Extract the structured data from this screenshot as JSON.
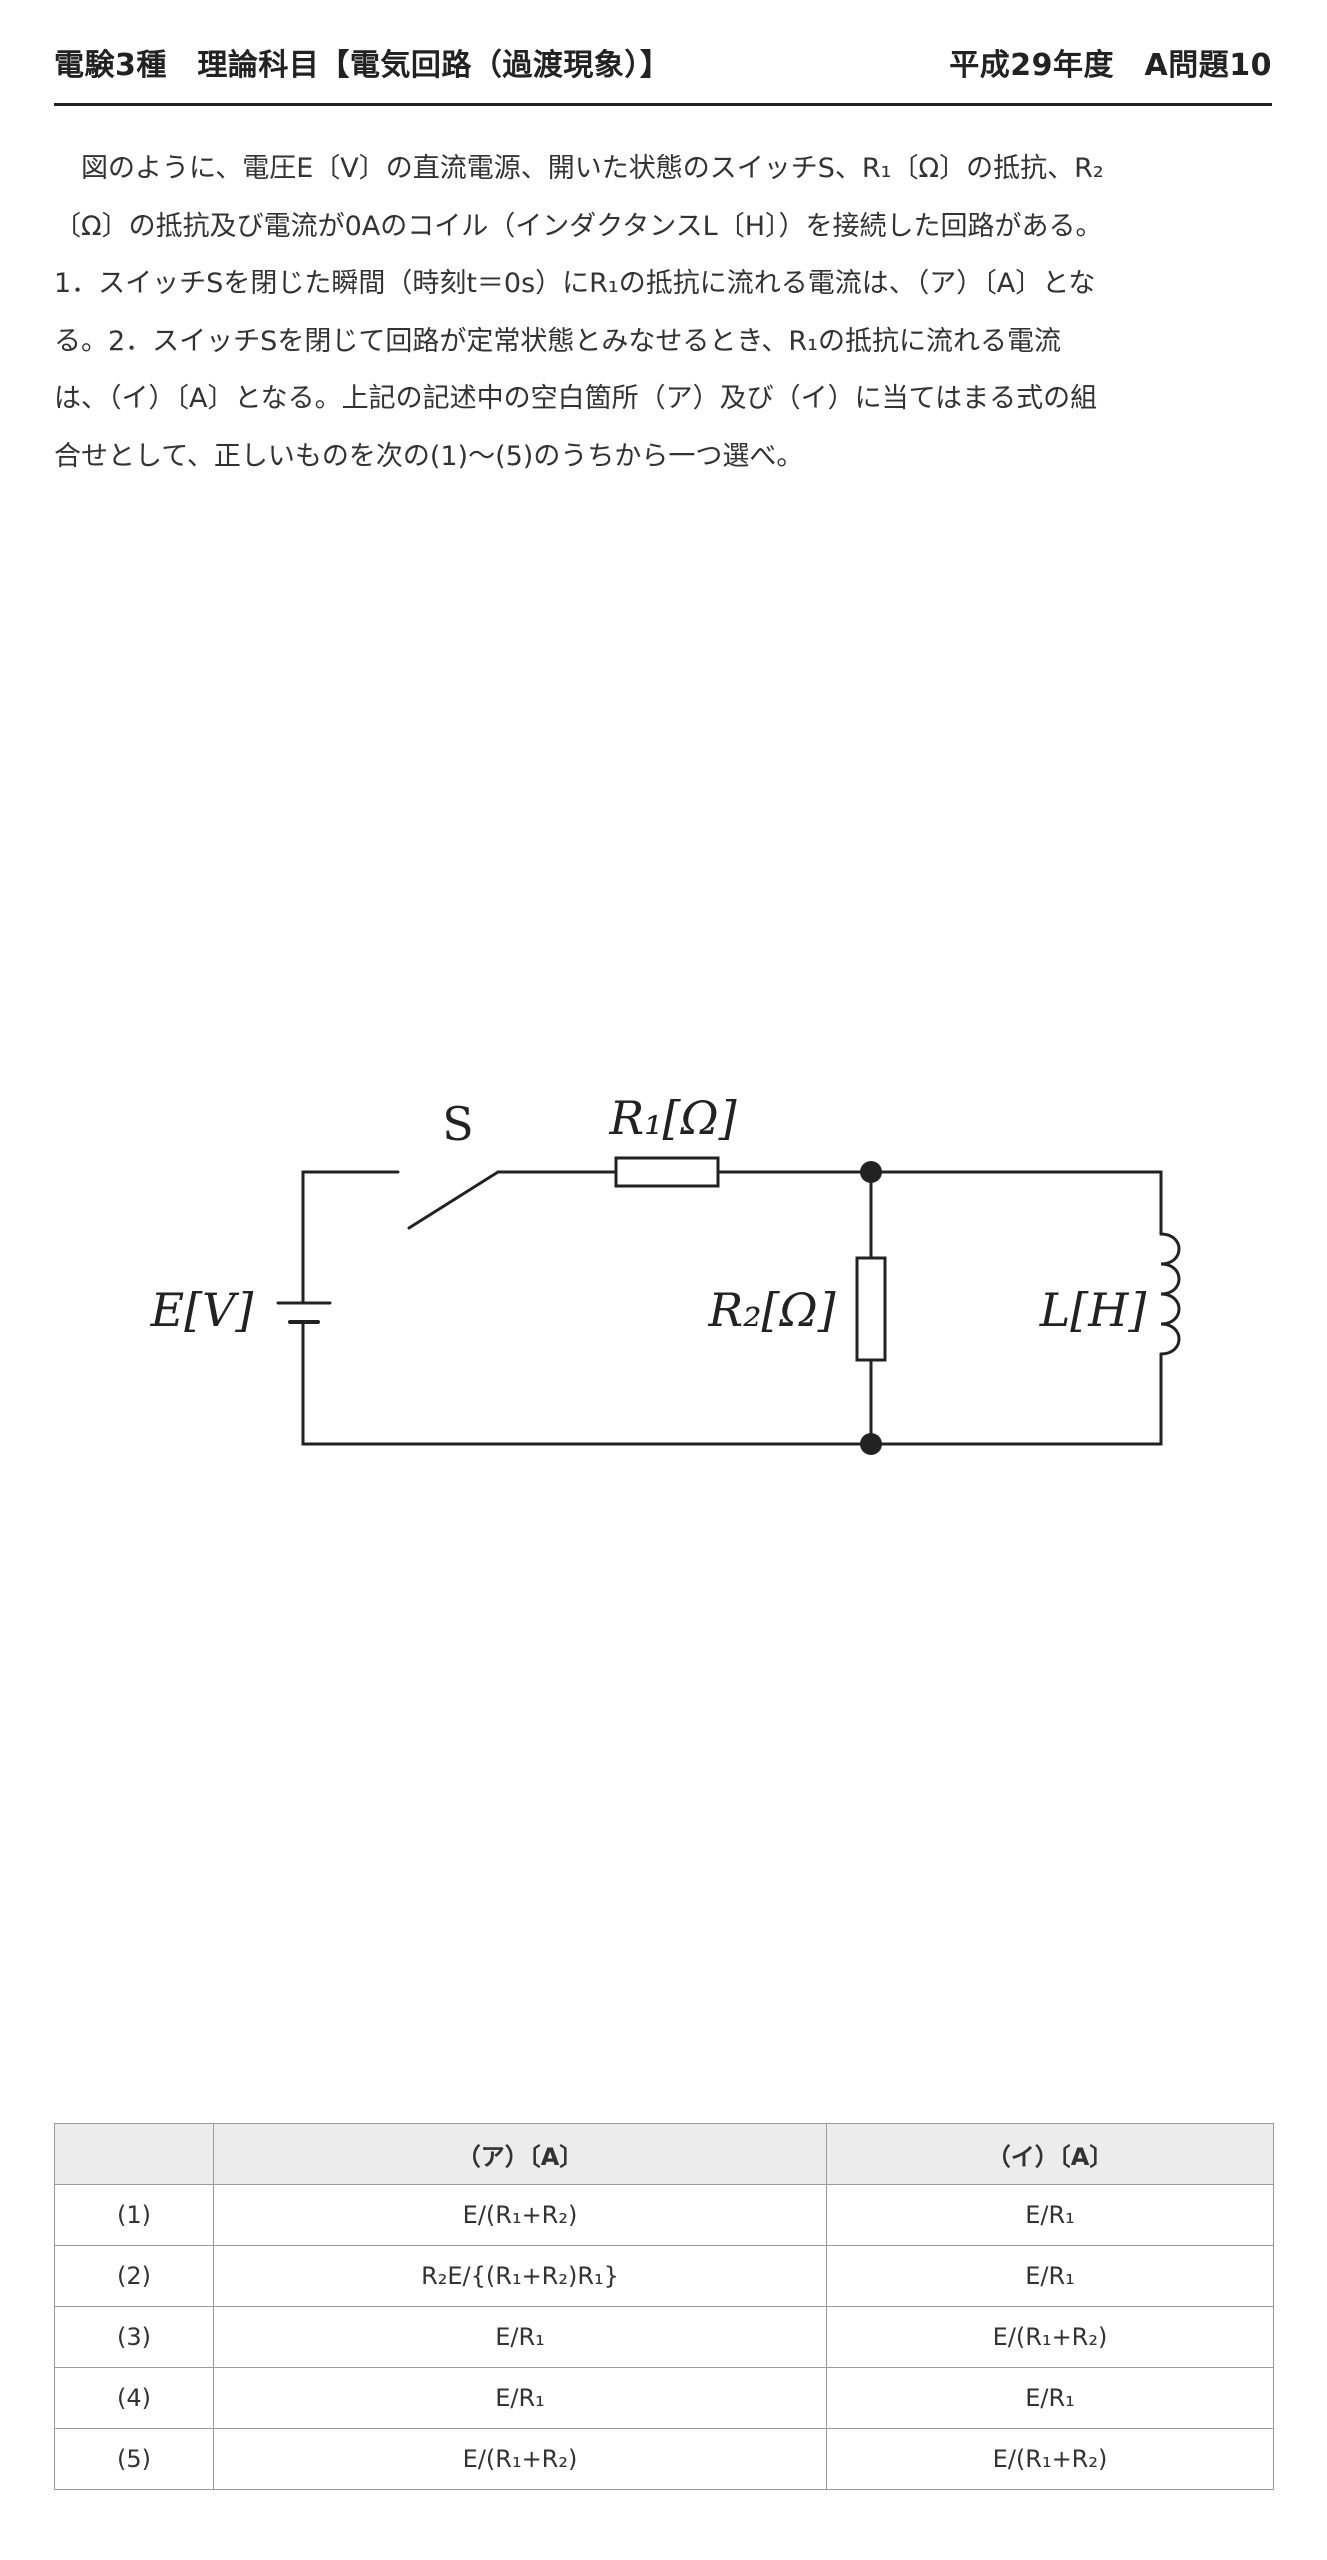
{
  "header": {
    "title": "電験3種　理論科目【電気回路（過渡現象）】",
    "exam_ref": "平成29年度　A問題10"
  },
  "question": {
    "lines": [
      "　図のように、電圧E〔V〕の直流電源、開いた状態のスイッチS、R₁〔Ω〕の抵抗、R₂",
      "〔Ω〕の抵抗及び電流が0Aのコイル（インダクタンスL〔H〕）を接続した回路がある。",
      "1．スイッチSを閉じた瞬間（時刻t＝0s）にR₁の抵抗に流れる電流は、（ア）〔A〕とな",
      "る。2．スイッチSを閉じて回路が定常状態とみなせるとき、R₁の抵抗に流れる電流",
      "は、（イ）〔A〕となる。上記の記述中の空白箇所（ア）及び（イ）に当てはまる式の組",
      "合せとして、正しいものを次の(1)〜(5)のうちから一つ選べ。"
    ]
  },
  "diagram": {
    "switch_label": "S",
    "r1_label": "R₁[Ω]",
    "r2_label": "R₂[Ω]",
    "source_label": "E[V]",
    "inductor_label": "L[H]"
  },
  "table": {
    "headers": [
      "",
      "（ア）〔A〕",
      "（イ）〔A〕"
    ],
    "rows": [
      [
        "(1)",
        "E/(R₁+R₂)",
        "E/R₁"
      ],
      [
        "(2)",
        "R₂E/{(R₁+R₂)R₁}",
        "E/R₁"
      ],
      [
        "(3)",
        "E/R₁",
        "E/(R₁+R₂)"
      ],
      [
        "(4)",
        "E/R₁",
        "E/R₁"
      ],
      [
        "(5)",
        "E/(R₁+R₂)",
        "E/(R₁+R₂)"
      ]
    ]
  }
}
